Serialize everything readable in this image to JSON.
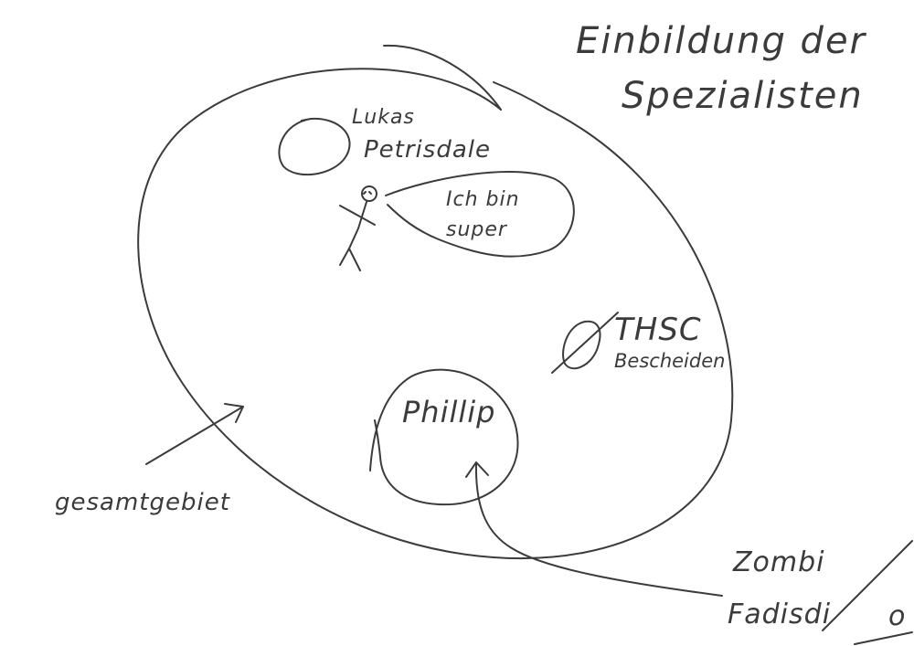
{
  "title": {
    "line1": "Einbildung der",
    "line2": "Spezialisten"
  },
  "region_label": "gesamtgebiet",
  "person": {
    "name_line1": "Lukas",
    "name_line2": "Petrisdale",
    "speech_line1": "Ich bin",
    "speech_line2": "super"
  },
  "thsc": {
    "label": "THSC",
    "sublabel": "Bescheiden"
  },
  "phillip": {
    "label": "Phillip"
  },
  "bottom_note": {
    "line1": "Zombi",
    "line2": "Fadisdi",
    "line2_suffix": "o"
  }
}
